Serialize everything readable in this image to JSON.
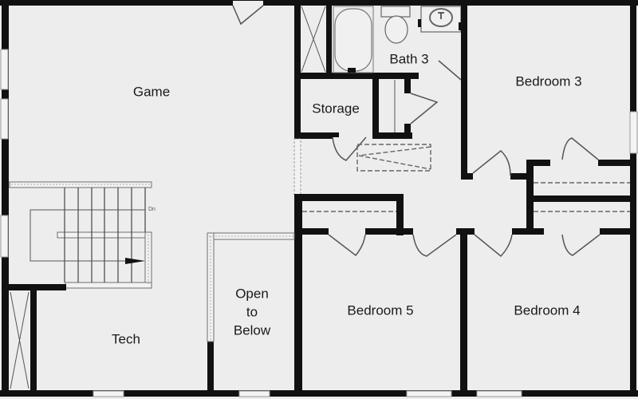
{
  "floor_plan": {
    "rooms": [
      {
        "id": "game",
        "label": "Game"
      },
      {
        "id": "storage",
        "label": "Storage"
      },
      {
        "id": "bath3",
        "label": "Bath 3"
      },
      {
        "id": "bedroom3",
        "label": "Bedroom 3"
      },
      {
        "id": "bedroom5",
        "label": "Bedroom 5"
      },
      {
        "id": "bedroom4",
        "label": "Bedroom 4"
      },
      {
        "id": "tech",
        "label": "Tech"
      },
      {
        "id": "open_to_below",
        "label": "Open to Below",
        "lines": [
          "Open",
          "to",
          "Below"
        ]
      }
    ],
    "stair_label": "Dn",
    "colors": {
      "wall": "#111111",
      "floor": "#ededed",
      "text": "#1a1a1a"
    }
  }
}
